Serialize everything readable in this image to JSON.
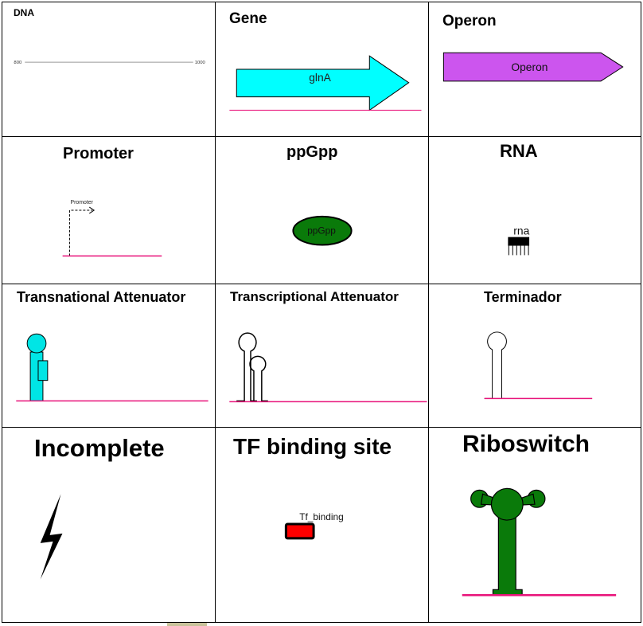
{
  "cells": {
    "dna": {
      "title": "DNA",
      "start_label": "800",
      "end_label": "1000"
    },
    "gene": {
      "title": "Gene",
      "label": "glnA"
    },
    "operon": {
      "title": "Operon",
      "label": "Operon"
    },
    "promoter": {
      "title": "Promoter",
      "label": "Promoter"
    },
    "ppgpp": {
      "title": "ppGpp",
      "label": "ppGpp"
    },
    "rna": {
      "title": "RNA",
      "label": "rna"
    },
    "translational_attenuator": {
      "title": "Transnational Attenuator"
    },
    "transcriptional_attenuator": {
      "title": "Transcriptional Attenuator"
    },
    "terminator": {
      "title": "Terminador"
    },
    "incomplete": {
      "title": "Incomplete"
    },
    "tf_binding_site": {
      "title": "TF binding site",
      "label": "Tf_binding"
    },
    "riboswitch": {
      "title": "Riboswitch"
    }
  },
  "colors": {
    "backbone": "#e8137a",
    "gene_fill": "#00ffff",
    "operon_fill": "#cc55ee",
    "ppgpp_fill": "#0a7a0a",
    "translational_fill": "#00e5e5",
    "tf_fill": "#ff0000",
    "riboswitch_fill": "#0a7a0a",
    "dna_line": "#999999"
  }
}
